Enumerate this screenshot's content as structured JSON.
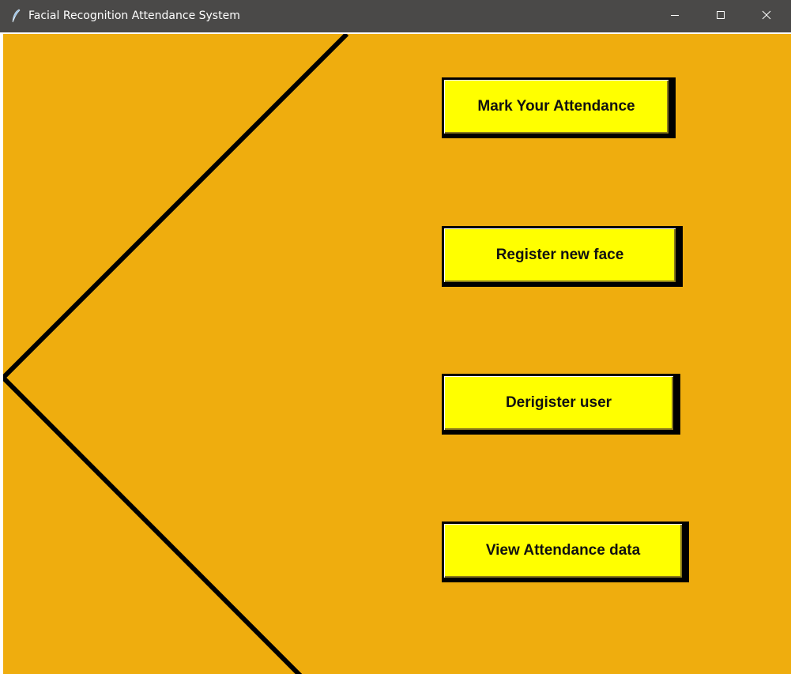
{
  "window": {
    "title": "Facial Recognition Attendance System",
    "icons": {
      "app": "feather-icon",
      "minimize": "minimize-icon",
      "maximize": "maximize-icon",
      "close": "close-icon"
    }
  },
  "colors": {
    "titlebar": "#4a4948",
    "canvas_background": "#efad0e",
    "button_face": "#ffff00",
    "button_border": "#000000",
    "line": "#000000"
  },
  "buttons": {
    "mark_attendance": "Mark Your Attendance",
    "register_face": "Register new face",
    "deregister_user": "Derigister user",
    "view_attendance": "View Attendance data"
  }
}
